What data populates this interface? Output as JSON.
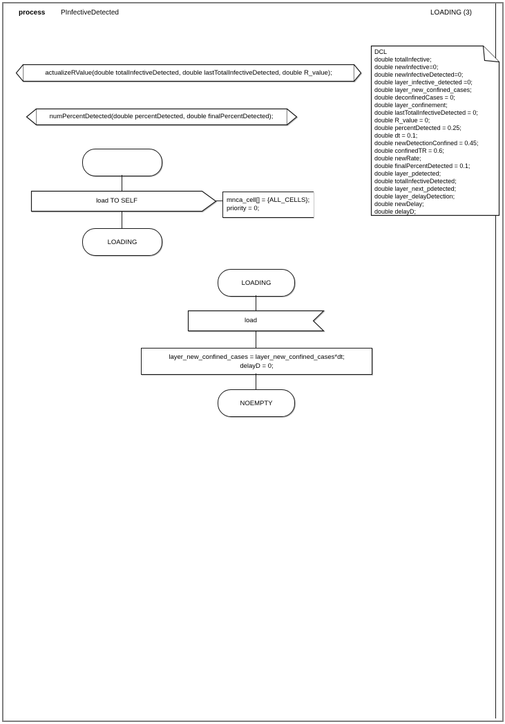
{
  "page": {
    "border_color": "#808080",
    "line_color": "#1a1a1a"
  },
  "header": {
    "kind_label": "process",
    "process_name": "PInfectiveDetected",
    "page_label": "LOADING (3)"
  },
  "signals": [
    {
      "text": "actualizeRValue(double totalInfectiveDetected, double lastTotalInfectiveDetected, double R_value);"
    },
    {
      "text": "numPercentDetected(double percentDetected, double finalPercentDetected);"
    }
  ],
  "declarations": {
    "lines": [
      "DCL",
      "double totalInfective;",
      "double newInfective=0;",
      "double newInfectiveDetected=0;",
      "double layer_infective_detected =0;",
      "double layer_new_confined_cases;",
      "double deconfinedCases = 0;",
      "double layer_confinement;",
      "double lastTotalInfectiveDetected = 0;",
      "double R_value = 0;",
      "double percentDetected = 0.25;",
      "double dt = 0.1;",
      "double newDetectionConfined = 0.45;",
      "double confinedTR = 0.6;",
      "double newRate;",
      "double finalPercentDetected = 0.1;",
      "double layer_pdetected;",
      "double totalInfectiveDetected;",
      "double layer_next_pdetected;",
      "double layer_delayDetection;",
      "double newDelay;",
      "double delayD;"
    ]
  },
  "flow_start": {
    "output_label": "load TO SELF",
    "comment_line1": "mnca_cell[] = {ALL_CELLS};",
    "comment_line2": "priority = 0;",
    "next_state": "LOADING"
  },
  "flow_loading": {
    "state": "LOADING",
    "input_label": "load",
    "task_line1": "layer_new_confined_cases = layer_new_confined_cases*dt;",
    "task_line2": "delayD = 0;",
    "next_state": "NOEMPTY"
  }
}
